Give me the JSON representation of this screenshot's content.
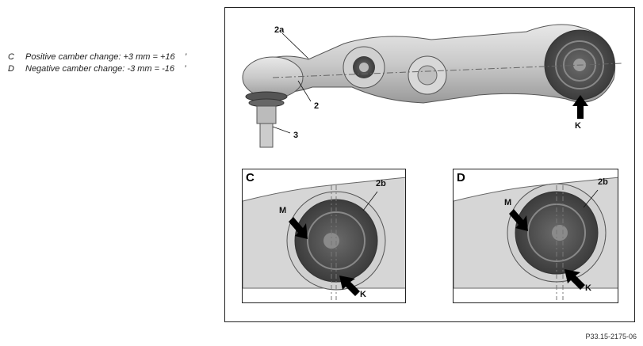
{
  "legend": [
    {
      "key": "C",
      "text": "Positive camber change: +3 mm = +16    ’"
    },
    {
      "key": "D",
      "text": "Negative camber change: -3 mm = -16    ’"
    }
  ],
  "callouts": {
    "label_2a": "2a",
    "label_2": "2",
    "label_3": "3",
    "label_K_main": "K",
    "inset_c_letter": "C",
    "inset_c_2b": "2b",
    "inset_c_M": "M",
    "inset_c_K": "K",
    "inset_d_letter": "D",
    "inset_d_2b": "2b",
    "inset_d_M": "M",
    "inset_d_K": "K"
  },
  "figure_code": "P33.15-2175-06"
}
